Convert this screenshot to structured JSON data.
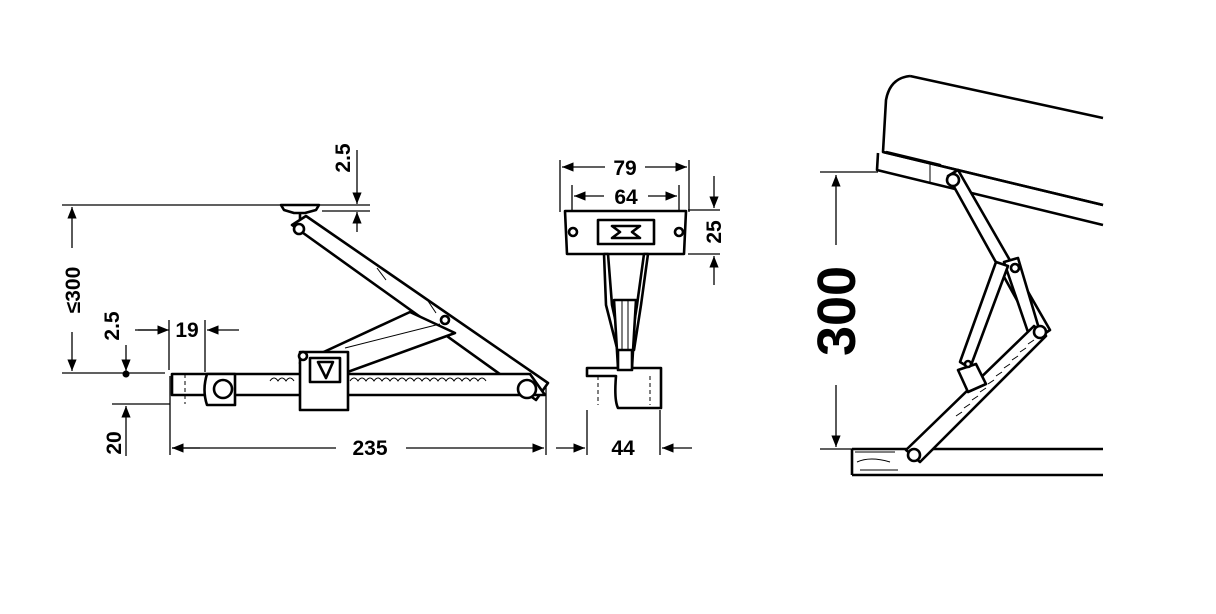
{
  "side_view": {
    "max_height_label": "≤300",
    "top_gap_label": "2.5",
    "bottom_gap_label": "2.5",
    "offset_label": "19",
    "base_height_label": "20",
    "length_label": "235"
  },
  "front_view": {
    "outer_width_label": "79",
    "hole_spacing_label": "64",
    "plate_height_label": "25",
    "base_width_label": "44"
  },
  "installed_view": {
    "lift_height_label": "300"
  }
}
